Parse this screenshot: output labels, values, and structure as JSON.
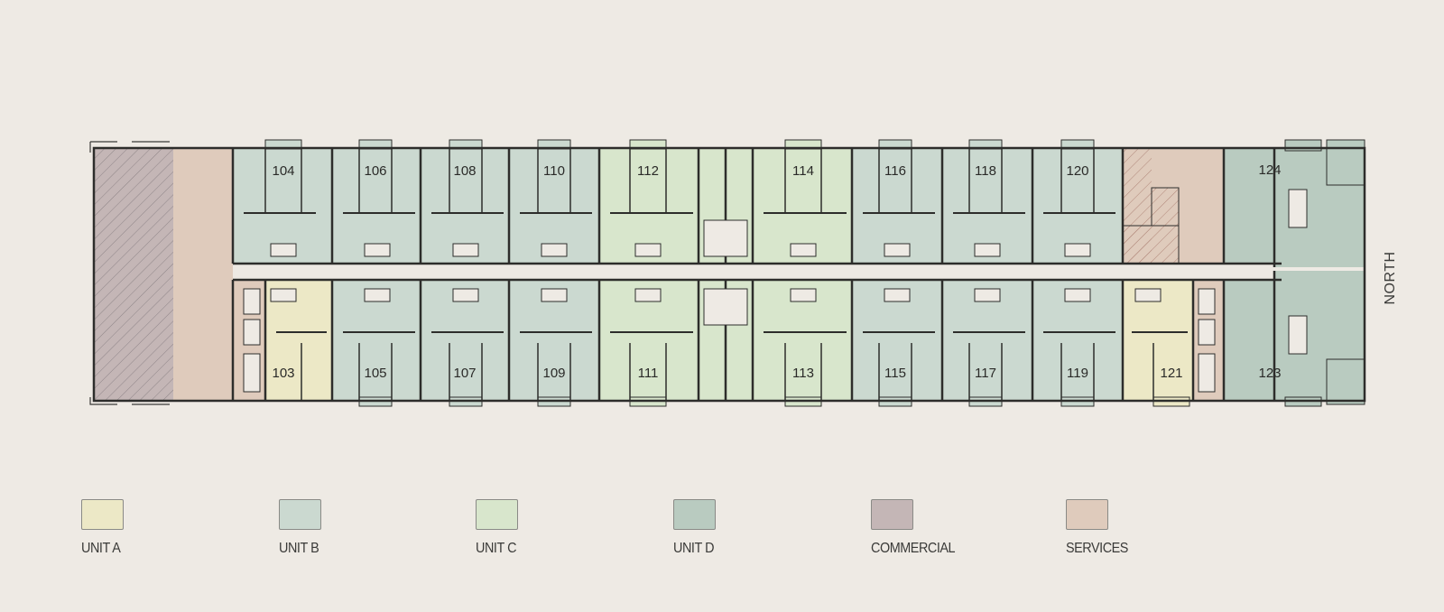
{
  "plan": {
    "compass_label": "NORTH",
    "colors": {
      "unit_a": "#ece8c6",
      "unit_b": "#cbd9d0",
      "unit_c": "#d8e6cc",
      "unit_d": "#b9cbc0",
      "commercial": "#c4b6b6",
      "services": "#dfcbbc",
      "wall": "#2d2d2b",
      "corridor": "#ede9e3",
      "background": "#eeeae4"
    },
    "units_north": [
      {
        "number": "104",
        "type": "unit_b"
      },
      {
        "number": "106",
        "type": "unit_b"
      },
      {
        "number": "108",
        "type": "unit_b"
      },
      {
        "number": "110",
        "type": "unit_b"
      },
      {
        "number": "112",
        "type": "unit_c"
      },
      {
        "number": "114",
        "type": "unit_c"
      },
      {
        "number": "116",
        "type": "unit_b"
      },
      {
        "number": "118",
        "type": "unit_b"
      },
      {
        "number": "120",
        "type": "unit_b"
      },
      {
        "number": "124",
        "type": "unit_d"
      }
    ],
    "units_south": [
      {
        "number": "103",
        "type": "unit_a"
      },
      {
        "number": "105",
        "type": "unit_b"
      },
      {
        "number": "107",
        "type": "unit_b"
      },
      {
        "number": "109",
        "type": "unit_b"
      },
      {
        "number": "111",
        "type": "unit_c"
      },
      {
        "number": "113",
        "type": "unit_c"
      },
      {
        "number": "115",
        "type": "unit_b"
      },
      {
        "number": "117",
        "type": "unit_b"
      },
      {
        "number": "119",
        "type": "unit_b"
      },
      {
        "number": "121",
        "type": "unit_a"
      },
      {
        "number": "123",
        "type": "unit_d"
      }
    ]
  },
  "legend": {
    "items": [
      {
        "label": "UNIT A",
        "color": "#ece8c6"
      },
      {
        "label": "UNIT B",
        "color": "#cbd9d0"
      },
      {
        "label": "UNIT C",
        "color": "#d8e6cc"
      },
      {
        "label": "UNIT D",
        "color": "#b9cbc0"
      },
      {
        "label": "COMMERCIAL",
        "color": "#c4b6b6"
      },
      {
        "label": "SERVICES",
        "color": "#dfcbbc"
      }
    ]
  }
}
